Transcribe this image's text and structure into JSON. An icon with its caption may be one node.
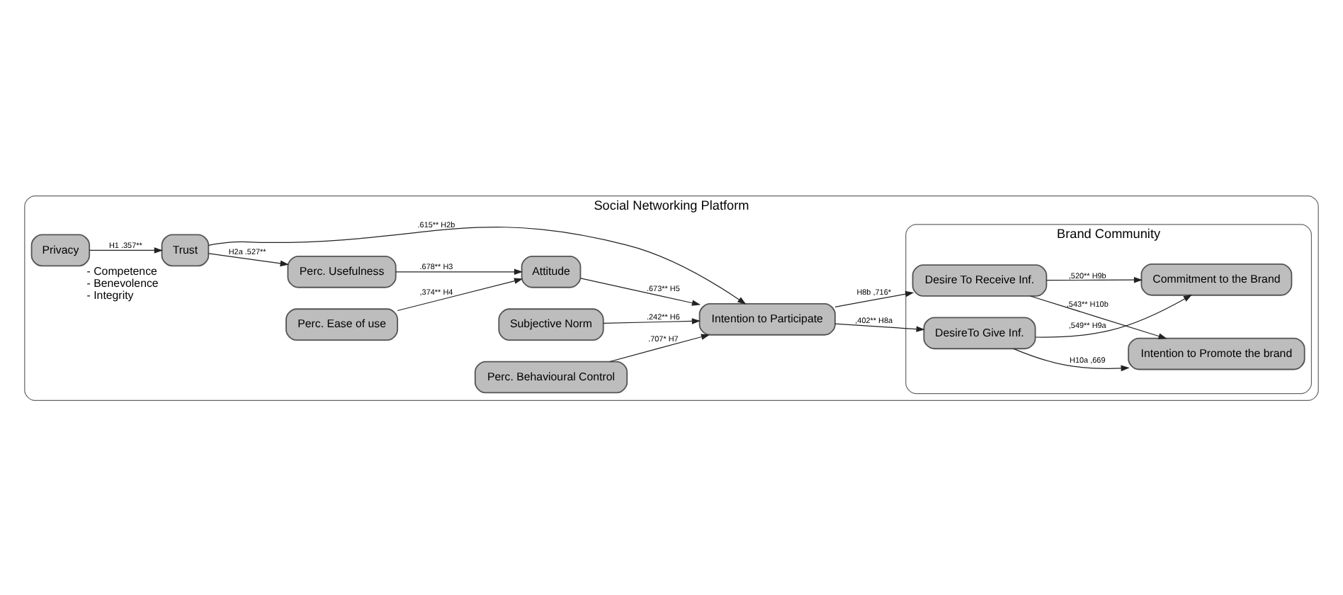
{
  "diagram": {
    "nodes": [
      {
        "text": [
          "Social Networking Platform"
        ]
      },
      {
        "text": [
          "Privacy"
        ],
        "in": 0
      },
      {
        "text": [
          "Trust"
        ],
        "in": 0,
        "beside": [
          "- Competence",
          "- Benevolence",
          "- Integrity"
        ]
      },
      {
        "text": [
          "Perc. Usefulness"
        ],
        "in": 0
      },
      {
        "text": [
          "Attitude"
        ],
        "in": 0
      },
      {
        "text": [
          "Perc. Ease of use"
        ],
        "in": 0
      },
      {
        "text": [
          "Subjective Norm"
        ],
        "in": 0
      },
      {
        "text": [
          "Intention to Participate"
        ],
        "in": 0
      },
      {
        "text": [
          "Perc. Behavioural Control"
        ],
        "in": 0
      },
      {
        "text": [
          "Brand Community"
        ],
        "in": 0
      },
      {
        "text": [
          "DesireTo Give Inf."
        ],
        "in": 9
      },
      {
        "text": [
          "Intention to Promote the brand"
        ],
        "in": 9
      },
      {
        "text": [
          "Desire To Receive Inf."
        ],
        "in": 9
      },
      {
        "text": [
          "Commitment to the Brand"
        ],
        "in": 9
      }
    ],
    "edges": [
      {
        "from": 1,
        "to": 2,
        "arrow": "to",
        "label": "H1 .357**"
      },
      {
        "from": 2,
        "to": 3,
        "arrow": "to",
        "label": "H2a .527**"
      },
      {
        "from": 2,
        "to": 7,
        "arrow": "to",
        "label": ".615** H2b"
      },
      {
        "from": 3,
        "to": 4,
        "arrow": "to",
        "label": ".678** H3"
      },
      {
        "from": 5,
        "to": 4,
        "arrow": "to",
        "label": ",374** H4"
      },
      {
        "from": 4,
        "to": 7,
        "arrow": "to",
        "label": ".673** H5"
      },
      {
        "from": 6,
        "to": 7,
        "arrow": "to",
        "label": ".242** H6"
      },
      {
        "from": 8,
        "to": 7,
        "arrow": "to",
        "label": ".707* H7"
      },
      {
        "from": 7,
        "to": 10,
        "arrow": "to",
        "label": ",402** H8a"
      },
      {
        "from": 7,
        "to": 12,
        "arrow": "to",
        "label": "H8b ,716*"
      },
      {
        "from": 10,
        "to": 11,
        "arrow": "to",
        "label": "H10a ,669"
      },
      {
        "from": 10,
        "to": 13,
        "arrow": "to",
        "label": ",549** H9a"
      },
      {
        "from": 12,
        "to": 11,
        "arrow": "to",
        "label": ",543** H10b"
      },
      {
        "from": 12,
        "to": 13,
        "arrow": "to",
        "label": ",520** H9b"
      }
    ]
  }
}
